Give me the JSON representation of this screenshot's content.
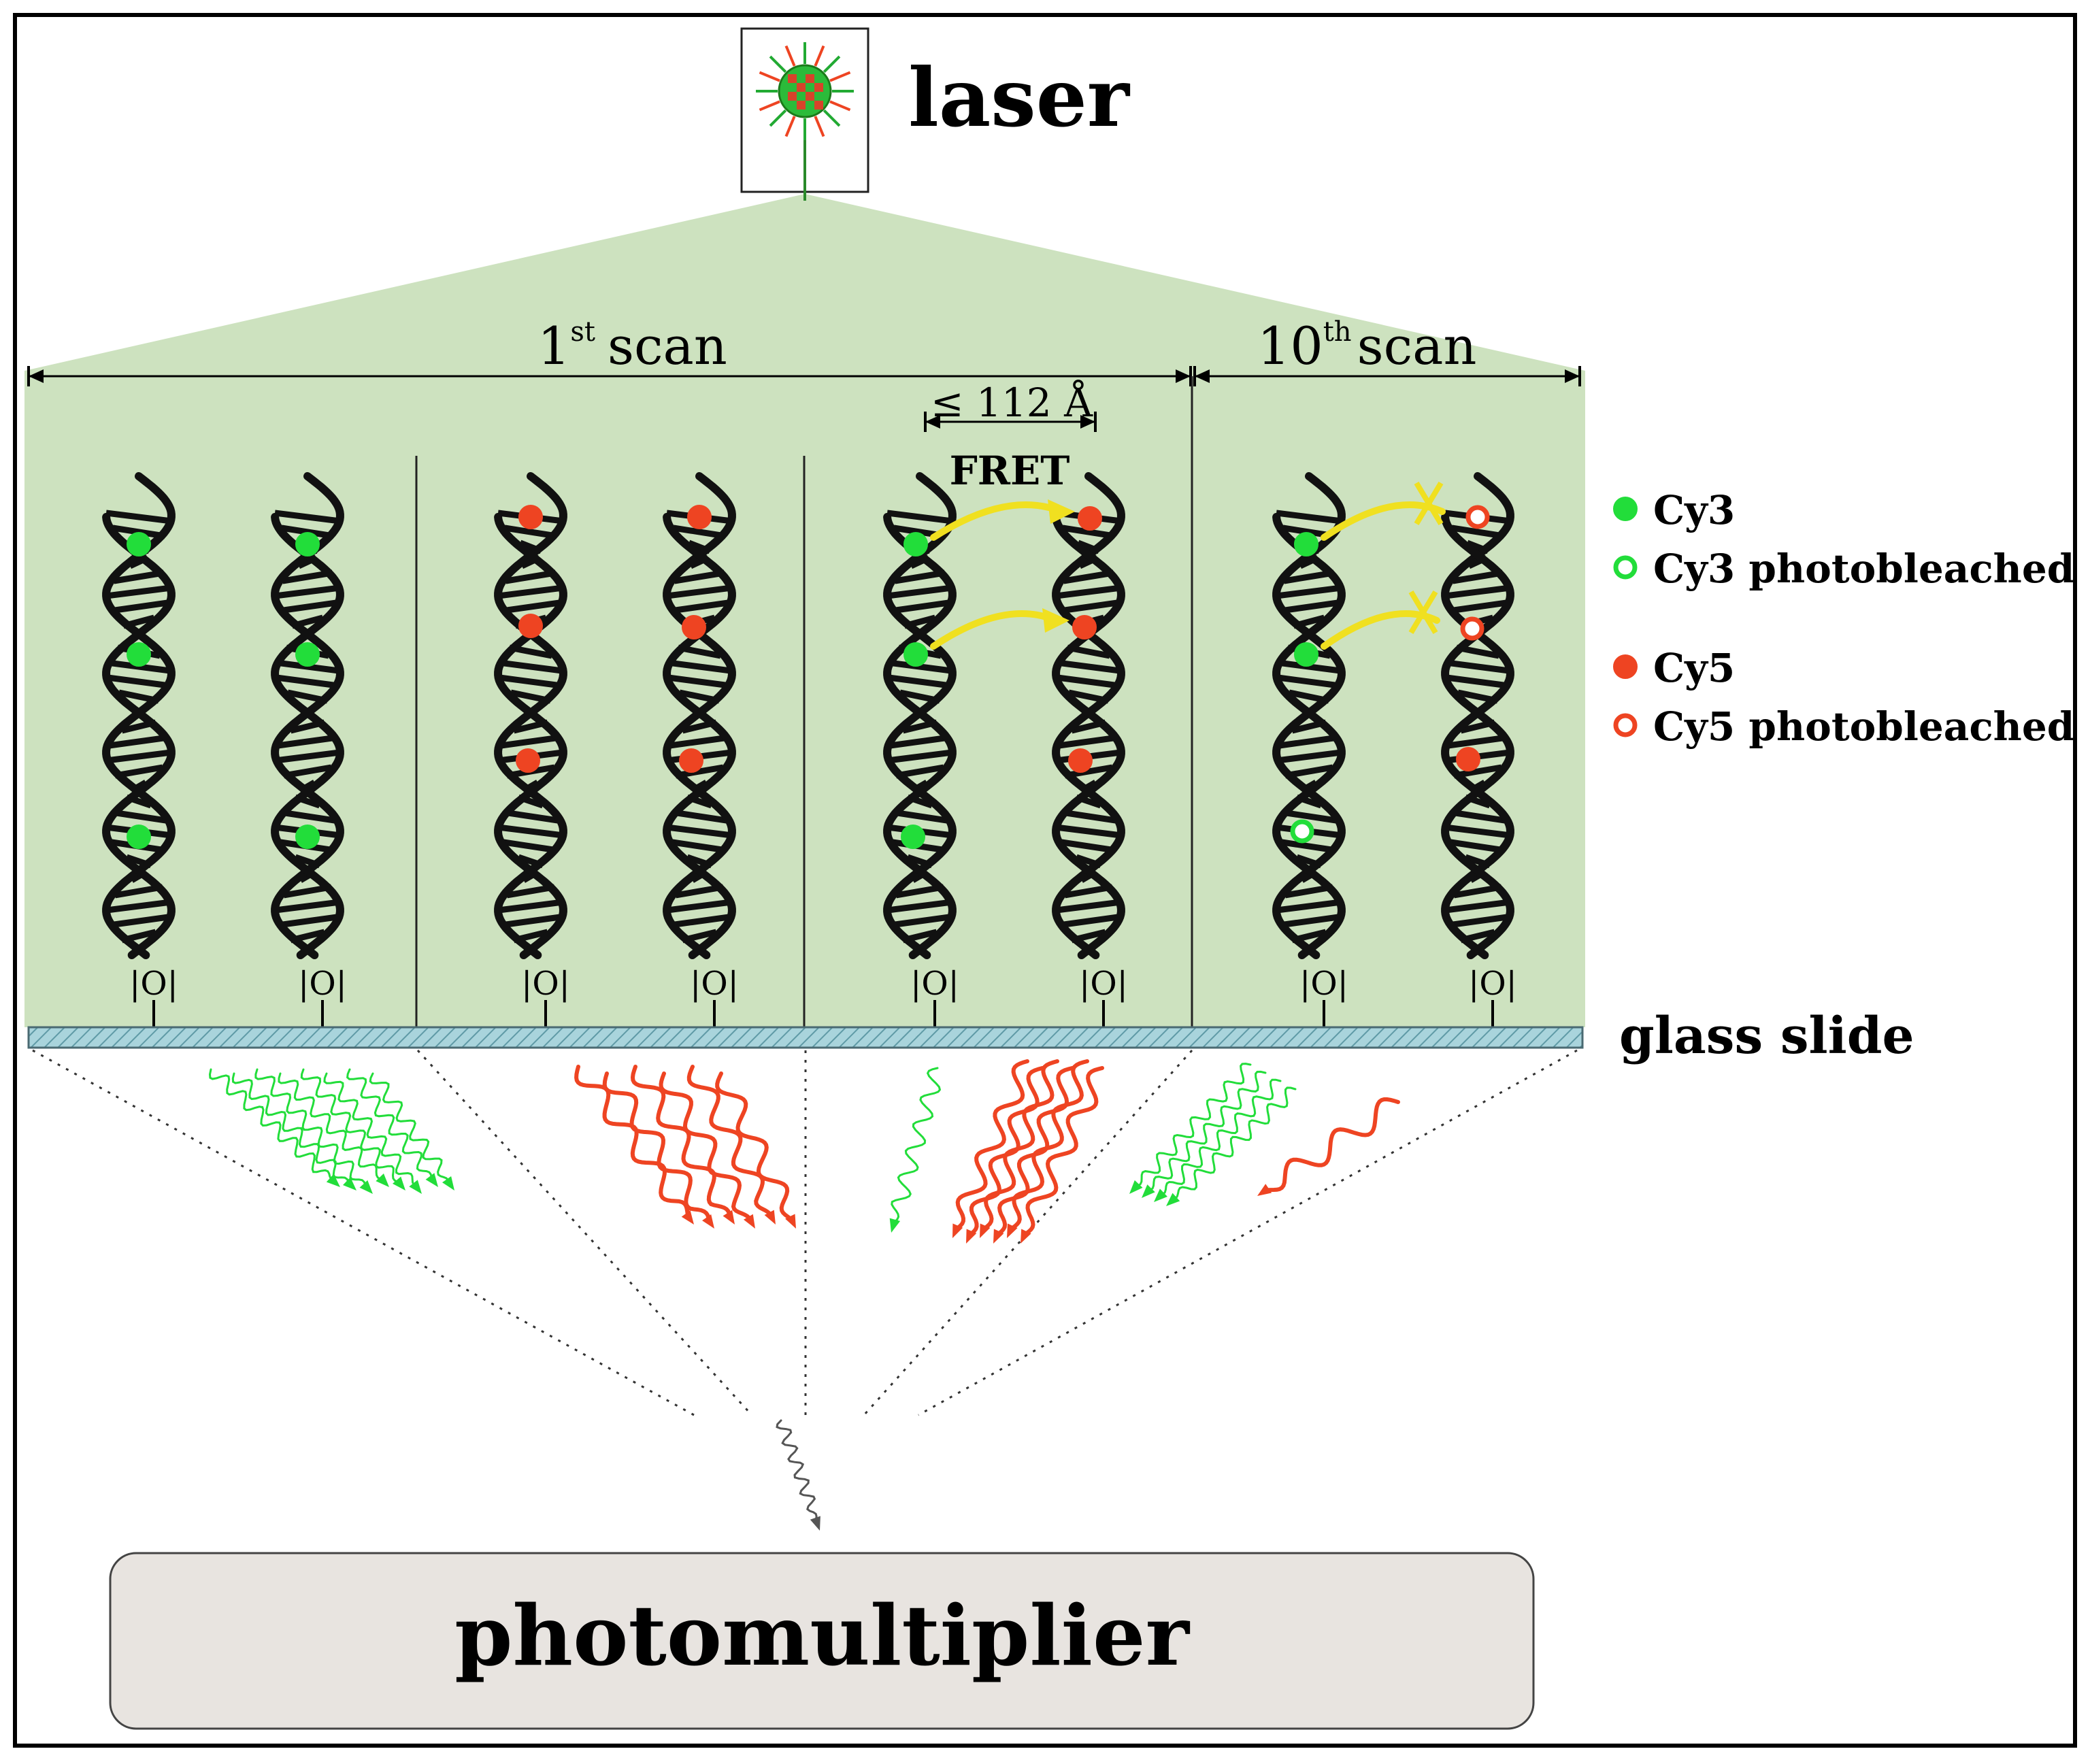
{
  "laser": {
    "label": "laser"
  },
  "scans": {
    "first": {
      "main": "1",
      "sup": "st",
      "suffix": "scan"
    },
    "tenth": {
      "main": "10",
      "sup": "th",
      "suffix": "scan"
    }
  },
  "distance_label": "≤ 112 Å",
  "fret_label": "FRET",
  "anchor_label": "|O|",
  "glass_label": "glass slide",
  "photomultiplier_label": "photomultiplier",
  "legend": [
    {
      "label": "Cy3",
      "color": "#22dd3a",
      "filled": true
    },
    {
      "label": "Cy3 photobleached",
      "color": "#22dd3a",
      "filled": false
    },
    {
      "label": "Cy5",
      "color": "#ee4422",
      "filled": true
    },
    {
      "label": "Cy5 photobleached",
      "color": "#ee4422",
      "filled": false
    }
  ],
  "colors": {
    "cy3": "#22dd3a",
    "cy5": "#ee4422",
    "fret_arrow": "#f0e020",
    "beam": "#cde2bf",
    "glass": "#a9d4dc",
    "photomultiplier": "#e8e4e0",
    "border": "#000000"
  }
}
